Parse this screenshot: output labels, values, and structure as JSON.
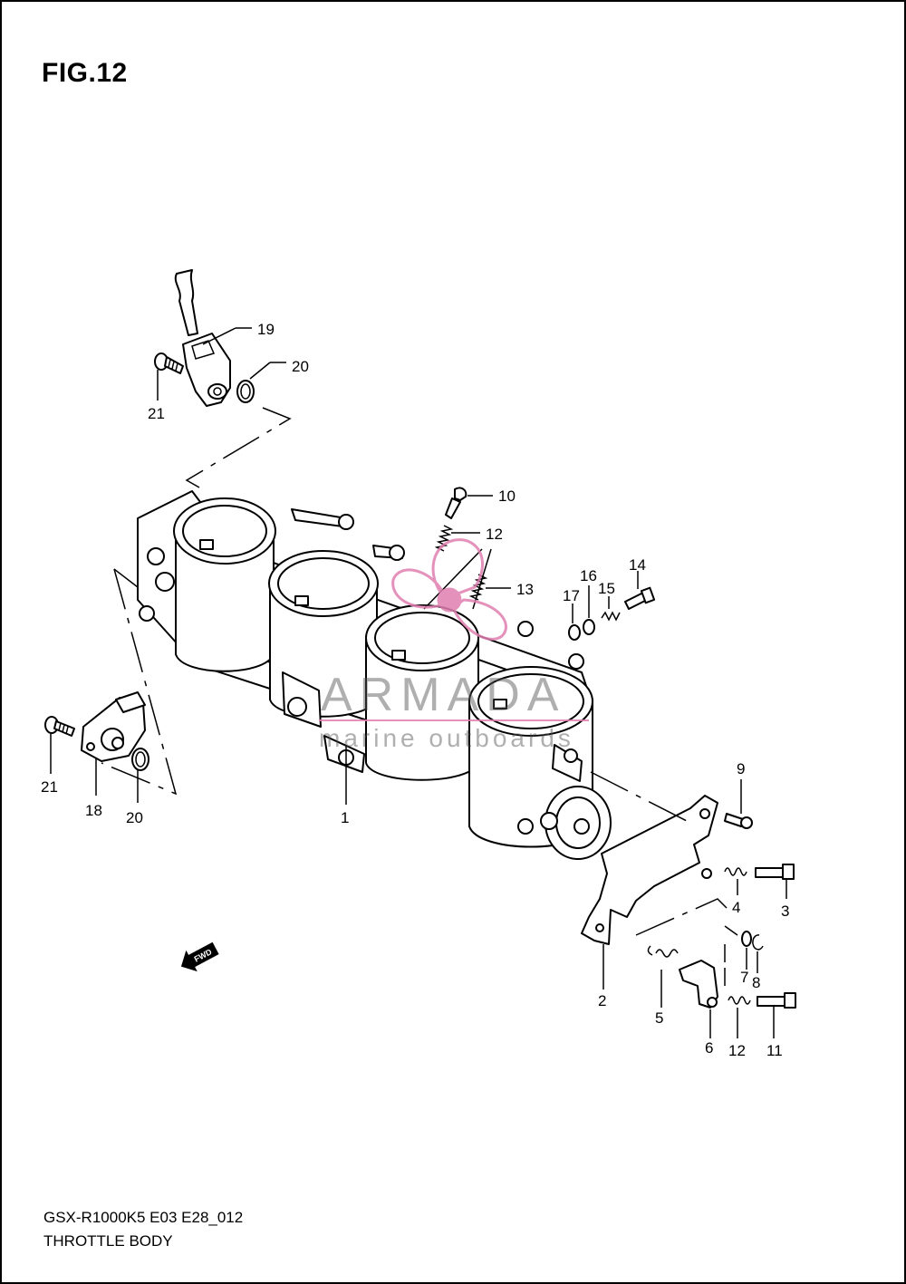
{
  "figure_title": "FIG.12",
  "model_code": "GSX-R1000K5 E03 E28_012",
  "section_name": "THROTTLE BODY",
  "watermark": {
    "brand": "ARMADA",
    "tagline": "marine outboards",
    "color": "#e07fb0"
  },
  "direction_marker": "FWD",
  "callouts": {
    "p1": "1",
    "p2": "2",
    "p3": "3",
    "p4": "4",
    "p5": "5",
    "p6": "6",
    "p7": "7",
    "p8": "8",
    "p9": "9",
    "p10": "10",
    "p11": "11",
    "p12a": "12",
    "p12b": "12",
    "p13": "13",
    "p14": "14",
    "p15": "15",
    "p16": "16",
    "p17": "17",
    "p18": "18",
    "p19": "19",
    "p20a": "20",
    "p20b": "20",
    "p21a": "21",
    "p21b": "21"
  }
}
